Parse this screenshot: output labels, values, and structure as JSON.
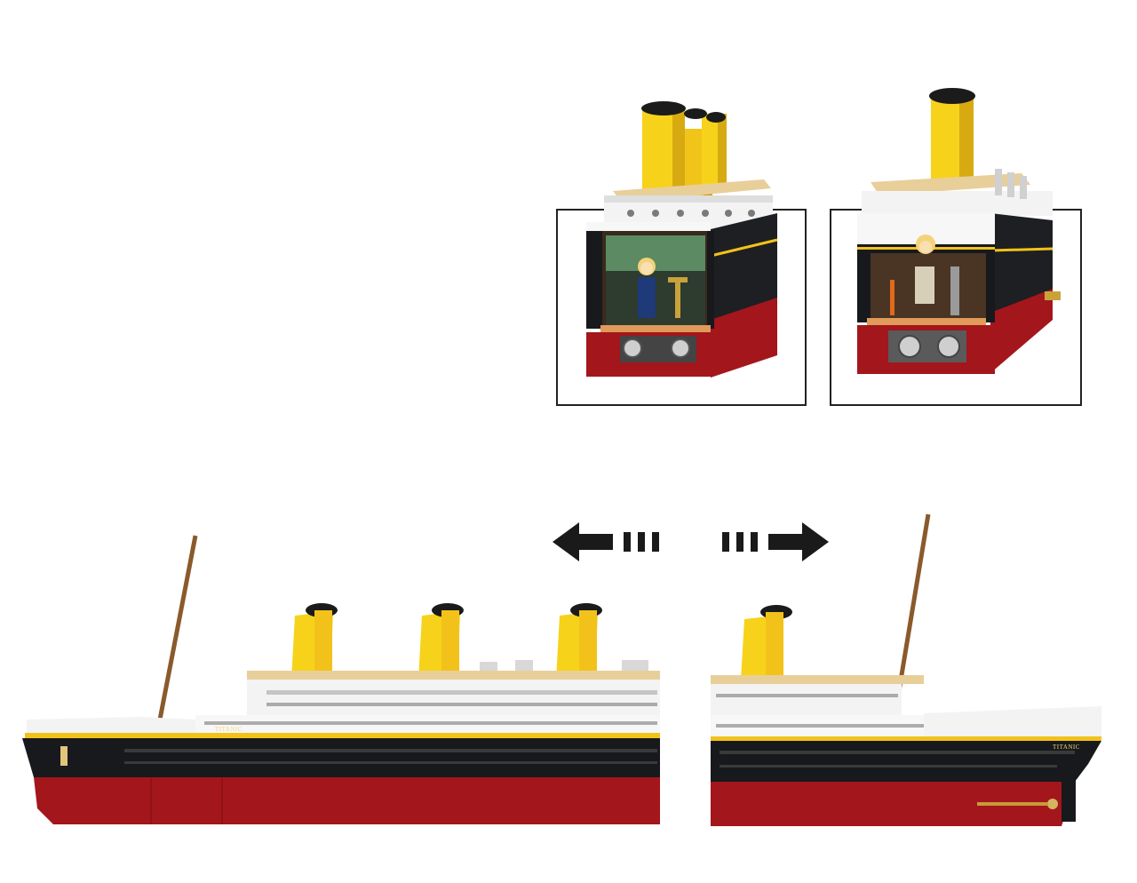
{
  "scene": {
    "background": "#ffffff",
    "subject": "brick-built-ocean-liner-model"
  },
  "colors": {
    "hull_red": "#a3161b",
    "hull_red_dark": "#7d0f13",
    "hull_black": "#17191c",
    "stripe_yellow": "#f2c21a",
    "superstructure_white": "#f2f2f2",
    "deck_tan": "#e8cf9a",
    "funnel_yellow": "#f7d21b",
    "funnel_top": "#1b1b1b",
    "mast_brown": "#8a5a2b",
    "frame_border": "#222222",
    "arrow": "#1a1a1a",
    "window_gray": "#707070"
  },
  "ship": {
    "bow_name_plate": "TITANIC",
    "stern_name_plate": "TITANIC"
  },
  "icons": {
    "left_arrow": "arrow-left-icon",
    "right_arrow": "arrow-right-icon"
  }
}
